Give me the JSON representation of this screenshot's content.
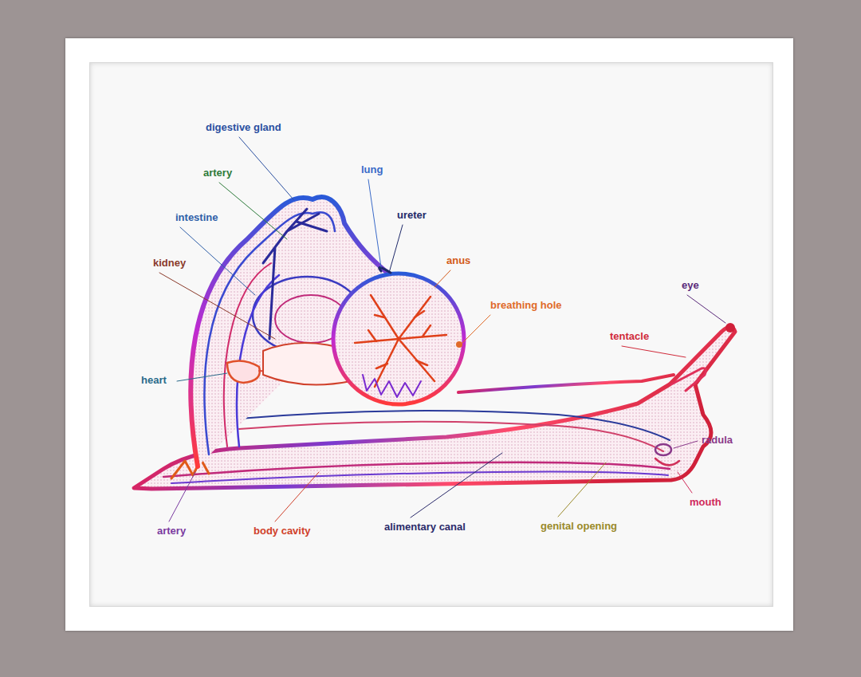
{
  "diagram": {
    "labels": [
      "digestive gland",
      "lung",
      "artery",
      "ureter",
      "intestine",
      "anus",
      "kidney",
      "eye",
      "breathing hole",
      "tentacle",
      "heart",
      "radula",
      "mouth",
      "artery",
      "body cavity",
      "alimentary canal",
      "genital opening"
    ]
  }
}
